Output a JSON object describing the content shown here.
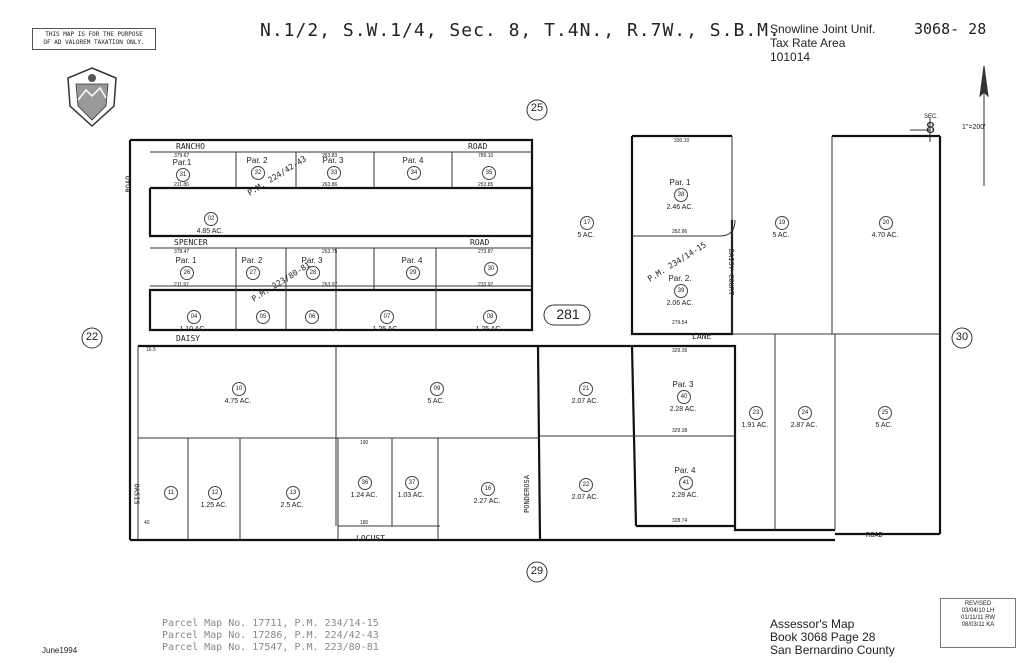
{
  "header": {
    "notice_line1": "THIS MAP IS FOR THE PURPOSE",
    "notice_line2": "OF AD VALOREM TAXATION ONLY.",
    "title": "N.1/2, S.W.1/4, Sec. 8, T.4N., R.7W., S.B.M.",
    "district": "Snowline Joint Unif.",
    "tra_label": "Tax Rate Area",
    "tra_number": "101014",
    "book_page": "3068- 28"
  },
  "map": {
    "section_circles": [
      "25",
      "22",
      "30",
      "29"
    ],
    "big_number": "281",
    "section_label": "SEC.",
    "section_number": "8",
    "scale": "1\"=200'",
    "streets": {
      "rancho": "RANCHO",
      "road1": "ROAD",
      "road_left": "ROAD",
      "spencer": "SPENCER",
      "road2": "ROAD",
      "daisy": "DAISY",
      "lane": "LANE",
      "daisy_court": "DAISY COURT",
      "oasis": "OASIS",
      "ponderosa": "PONDEROSA",
      "locust": "LOCUST",
      "road3": "ROAD"
    },
    "parcel_maps": {
      "pm1": "P.M. 224/42-43",
      "pm2": "P.M. 223/80-81",
      "pm3": "P.M. 234/14-15"
    },
    "parcels": [
      {
        "n": "31",
        "par": "Par.1"
      },
      {
        "n": "32",
        "par": "Par. 2"
      },
      {
        "n": "33",
        "par": "Par. 3"
      },
      {
        "n": "34",
        "par": "Par. 4"
      },
      {
        "n": "35",
        "par": ""
      },
      {
        "n": "02",
        "acres": "4.85 AC."
      },
      {
        "n": "26",
        "par": "Par. 1"
      },
      {
        "n": "27",
        "par": "Par. 2"
      },
      {
        "n": "28",
        "par": "Par. 3"
      },
      {
        "n": "29",
        "par": "Par. 4"
      },
      {
        "n": "30",
        "par": ""
      },
      {
        "n": "04",
        "acres": "1.10 AC."
      },
      {
        "n": "05"
      },
      {
        "n": "06"
      },
      {
        "n": "07",
        "acres": "1.25 AC."
      },
      {
        "n": "08",
        "acres": "1.25 AC."
      },
      {
        "n": "17",
        "acres": "5 AC."
      },
      {
        "n": "38",
        "par": "Par. 1",
        "acres": "2.46 AC."
      },
      {
        "n": "39",
        "par": "Par. 2.",
        "acres": "2.06 AC."
      },
      {
        "n": "19",
        "acres": "5 AC."
      },
      {
        "n": "20",
        "acres": "4.70 AC."
      },
      {
        "n": "10",
        "acres": "4.75 AC."
      },
      {
        "n": "09",
        "acres": "5 AC."
      },
      {
        "n": "21",
        "acres": "2.07 AC."
      },
      {
        "n": "40",
        "par": "Par. 3",
        "acres": "2.28 AC."
      },
      {
        "n": "23",
        "acres": "1.91 AC."
      },
      {
        "n": "24",
        "acres": "2.87 AC."
      },
      {
        "n": "25",
        "acres": "5 AC."
      },
      {
        "n": "11"
      },
      {
        "n": "12",
        "acres": "1.25 AC."
      },
      {
        "n": "13",
        "acres": "2.5 AC."
      },
      {
        "n": "36",
        "acres": "1.24 AC."
      },
      {
        "n": "37",
        "acres": "1.03 AC."
      },
      {
        "n": "16",
        "acres": "2.27 AC."
      },
      {
        "n": "22",
        "acres": "2.07 AC."
      },
      {
        "n": "41",
        "par": "Par. 4",
        "acres": "2.28 AC."
      }
    ],
    "dims": {
      "d1": "379.67",
      "d2": "263.83",
      "d3": "789.10",
      "d4": "211.86",
      "d5": "263.86",
      "d6": "253.85",
      "d7": "330.10",
      "d8": "378.47",
      "d9": "263.75",
      "d10": "273.87",
      "d11": "211.97",
      "d12": "263.97",
      "d13": "233.97",
      "d14": "282.86",
      "d15": "279.54",
      "d16": "329.39",
      "d17": "329.38",
      "d18": "328.74",
      "d19": "190",
      "d20": "180",
      "d21": "16.5",
      "d22": "40"
    }
  },
  "footer": {
    "pm_line1": "Parcel Map No. 17711, P.M. 234/14-15",
    "pm_line2": "Parcel Map No. 17286, P.M. 224/42-43",
    "pm_line3": "Parcel Map No. 17547, P.M. 223/80-81",
    "date": "June1994",
    "assessor_line1": "Assessor's Map",
    "assessor_line2": "Book 3068 Page 28",
    "assessor_line3": "San Bernardino County",
    "revised_title": "REVISED",
    "revised_1": "03/04/10 LH",
    "revised_2": "01/11/11 RW",
    "revised_3": "08/03/11 KA"
  }
}
